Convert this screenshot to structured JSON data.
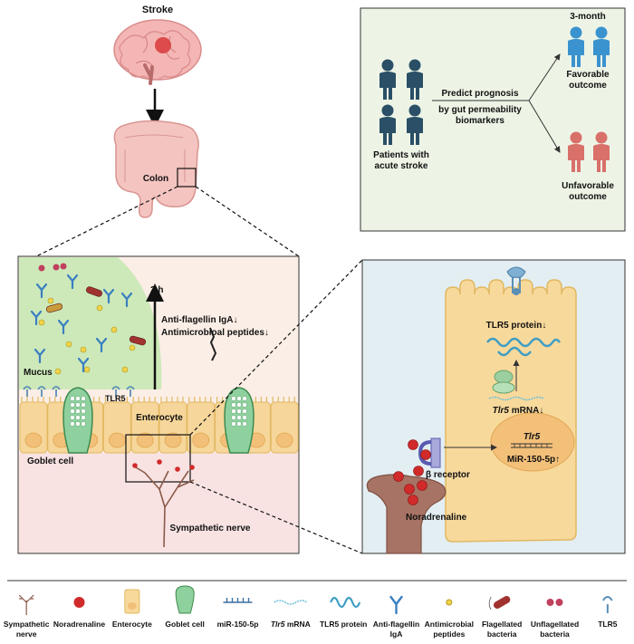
{
  "top": {
    "stroke_label": "Stroke",
    "colon_label": "Colon"
  },
  "prognosis": {
    "patients_line1": "Patients with",
    "patients_line2": "acute stroke",
    "predict_line1": "Predict prognosis",
    "predict_line2": "by gut permeability",
    "predict_line3": "biomarkers",
    "month_label": "3-month",
    "favorable_line1": "Favorable",
    "favorable_line2": "outcome",
    "unfavorable_line1": "Unfavorable",
    "unfavorable_line2": "outcome",
    "colors": {
      "panel_bg": "#edf4e6",
      "patient": "#2a4f66",
      "favorable": "#3a93cf",
      "unfavorable": "#d9706a"
    }
  },
  "gut": {
    "time_label": "2 h",
    "igA_label": "Anti-flagellin IgA↓",
    "peptides_label": "Antimicrobioal peptides↓",
    "mucus_label": "Mucus",
    "tlr_label": "TLR5",
    "enterocyte_label": "Enterocyte",
    "goblet_label": "Goblet cell",
    "nerve_label": "Sympathetic nerve",
    "colors": {
      "mucus": "#cde9b9",
      "lumen": "#fbeee6",
      "cells": "#f6d69a",
      "tissue": "#f8e2e2"
    }
  },
  "cell": {
    "tlr5_protein_label": "TLR5 protein↓",
    "tlr5_mrna_prefix": "Tlr5",
    "tlr5_mrna_suffix": " mRNA↓",
    "nucleus_gene": "Tlr5",
    "mir_label": "MiR-150-5p↑",
    "receptor_label": "β receptor",
    "noradrenaline_label": "Noradrenaline",
    "colors": {
      "bg": "#e3eef2",
      "cell": "#f8d99c",
      "nucleus": "#f3c07a",
      "noradrenaline": "#d12a2a"
    }
  },
  "legend": {
    "items": [
      {
        "line1": "Sympathetic",
        "line2": "nerve",
        "italic": false
      },
      {
        "line1": "Noradrenaline",
        "line2": "",
        "italic": false
      },
      {
        "line1": "Enterocyte",
        "line2": "",
        "italic": false
      },
      {
        "line1": "Goblet cell",
        "line2": "",
        "italic": false
      },
      {
        "line1": "miR-150-5p",
        "line2": "",
        "italic": false
      },
      {
        "line1": "Tlr5",
        "line2": "",
        "italic": true,
        "suffix": " mRNA"
      },
      {
        "line1": "TLR5 protein",
        "line2": "",
        "italic": false
      },
      {
        "line1": "Anti-flagellin",
        "line2": "IgA",
        "italic": false
      },
      {
        "line1": "Antimicrobial",
        "line2": "peptides",
        "italic": false
      },
      {
        "line1": "Flagellated",
        "line2": "bacteria",
        "italic": false
      },
      {
        "line1": "Unflagellated",
        "line2": "bacteria",
        "italic": false
      },
      {
        "line1": "TLR5",
        "line2": "",
        "italic": false
      }
    ]
  }
}
